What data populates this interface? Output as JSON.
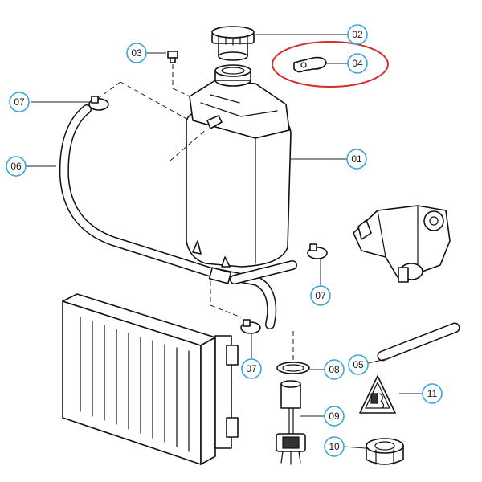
{
  "callouts": [
    {
      "id": "c02",
      "label": "02"
    },
    {
      "id": "c03",
      "label": "03"
    },
    {
      "id": "c04",
      "label": "04"
    },
    {
      "id": "c07a",
      "label": "07"
    },
    {
      "id": "c01",
      "label": "01"
    },
    {
      "id": "c06",
      "label": "06"
    },
    {
      "id": "c07b",
      "label": "07"
    },
    {
      "id": "c07c",
      "label": "07"
    },
    {
      "id": "c05",
      "label": "05"
    },
    {
      "id": "c08",
      "label": "08"
    },
    {
      "id": "c11",
      "label": "11"
    },
    {
      "id": "c09",
      "label": "09"
    },
    {
      "id": "c10",
      "label": "10"
    }
  ],
  "highlight": {
    "part": "04",
    "color": "#d32f2f"
  },
  "colors": {
    "callout_ring": "#3aa6d8",
    "line": "#111111",
    "highlight": "#d32f2f"
  }
}
